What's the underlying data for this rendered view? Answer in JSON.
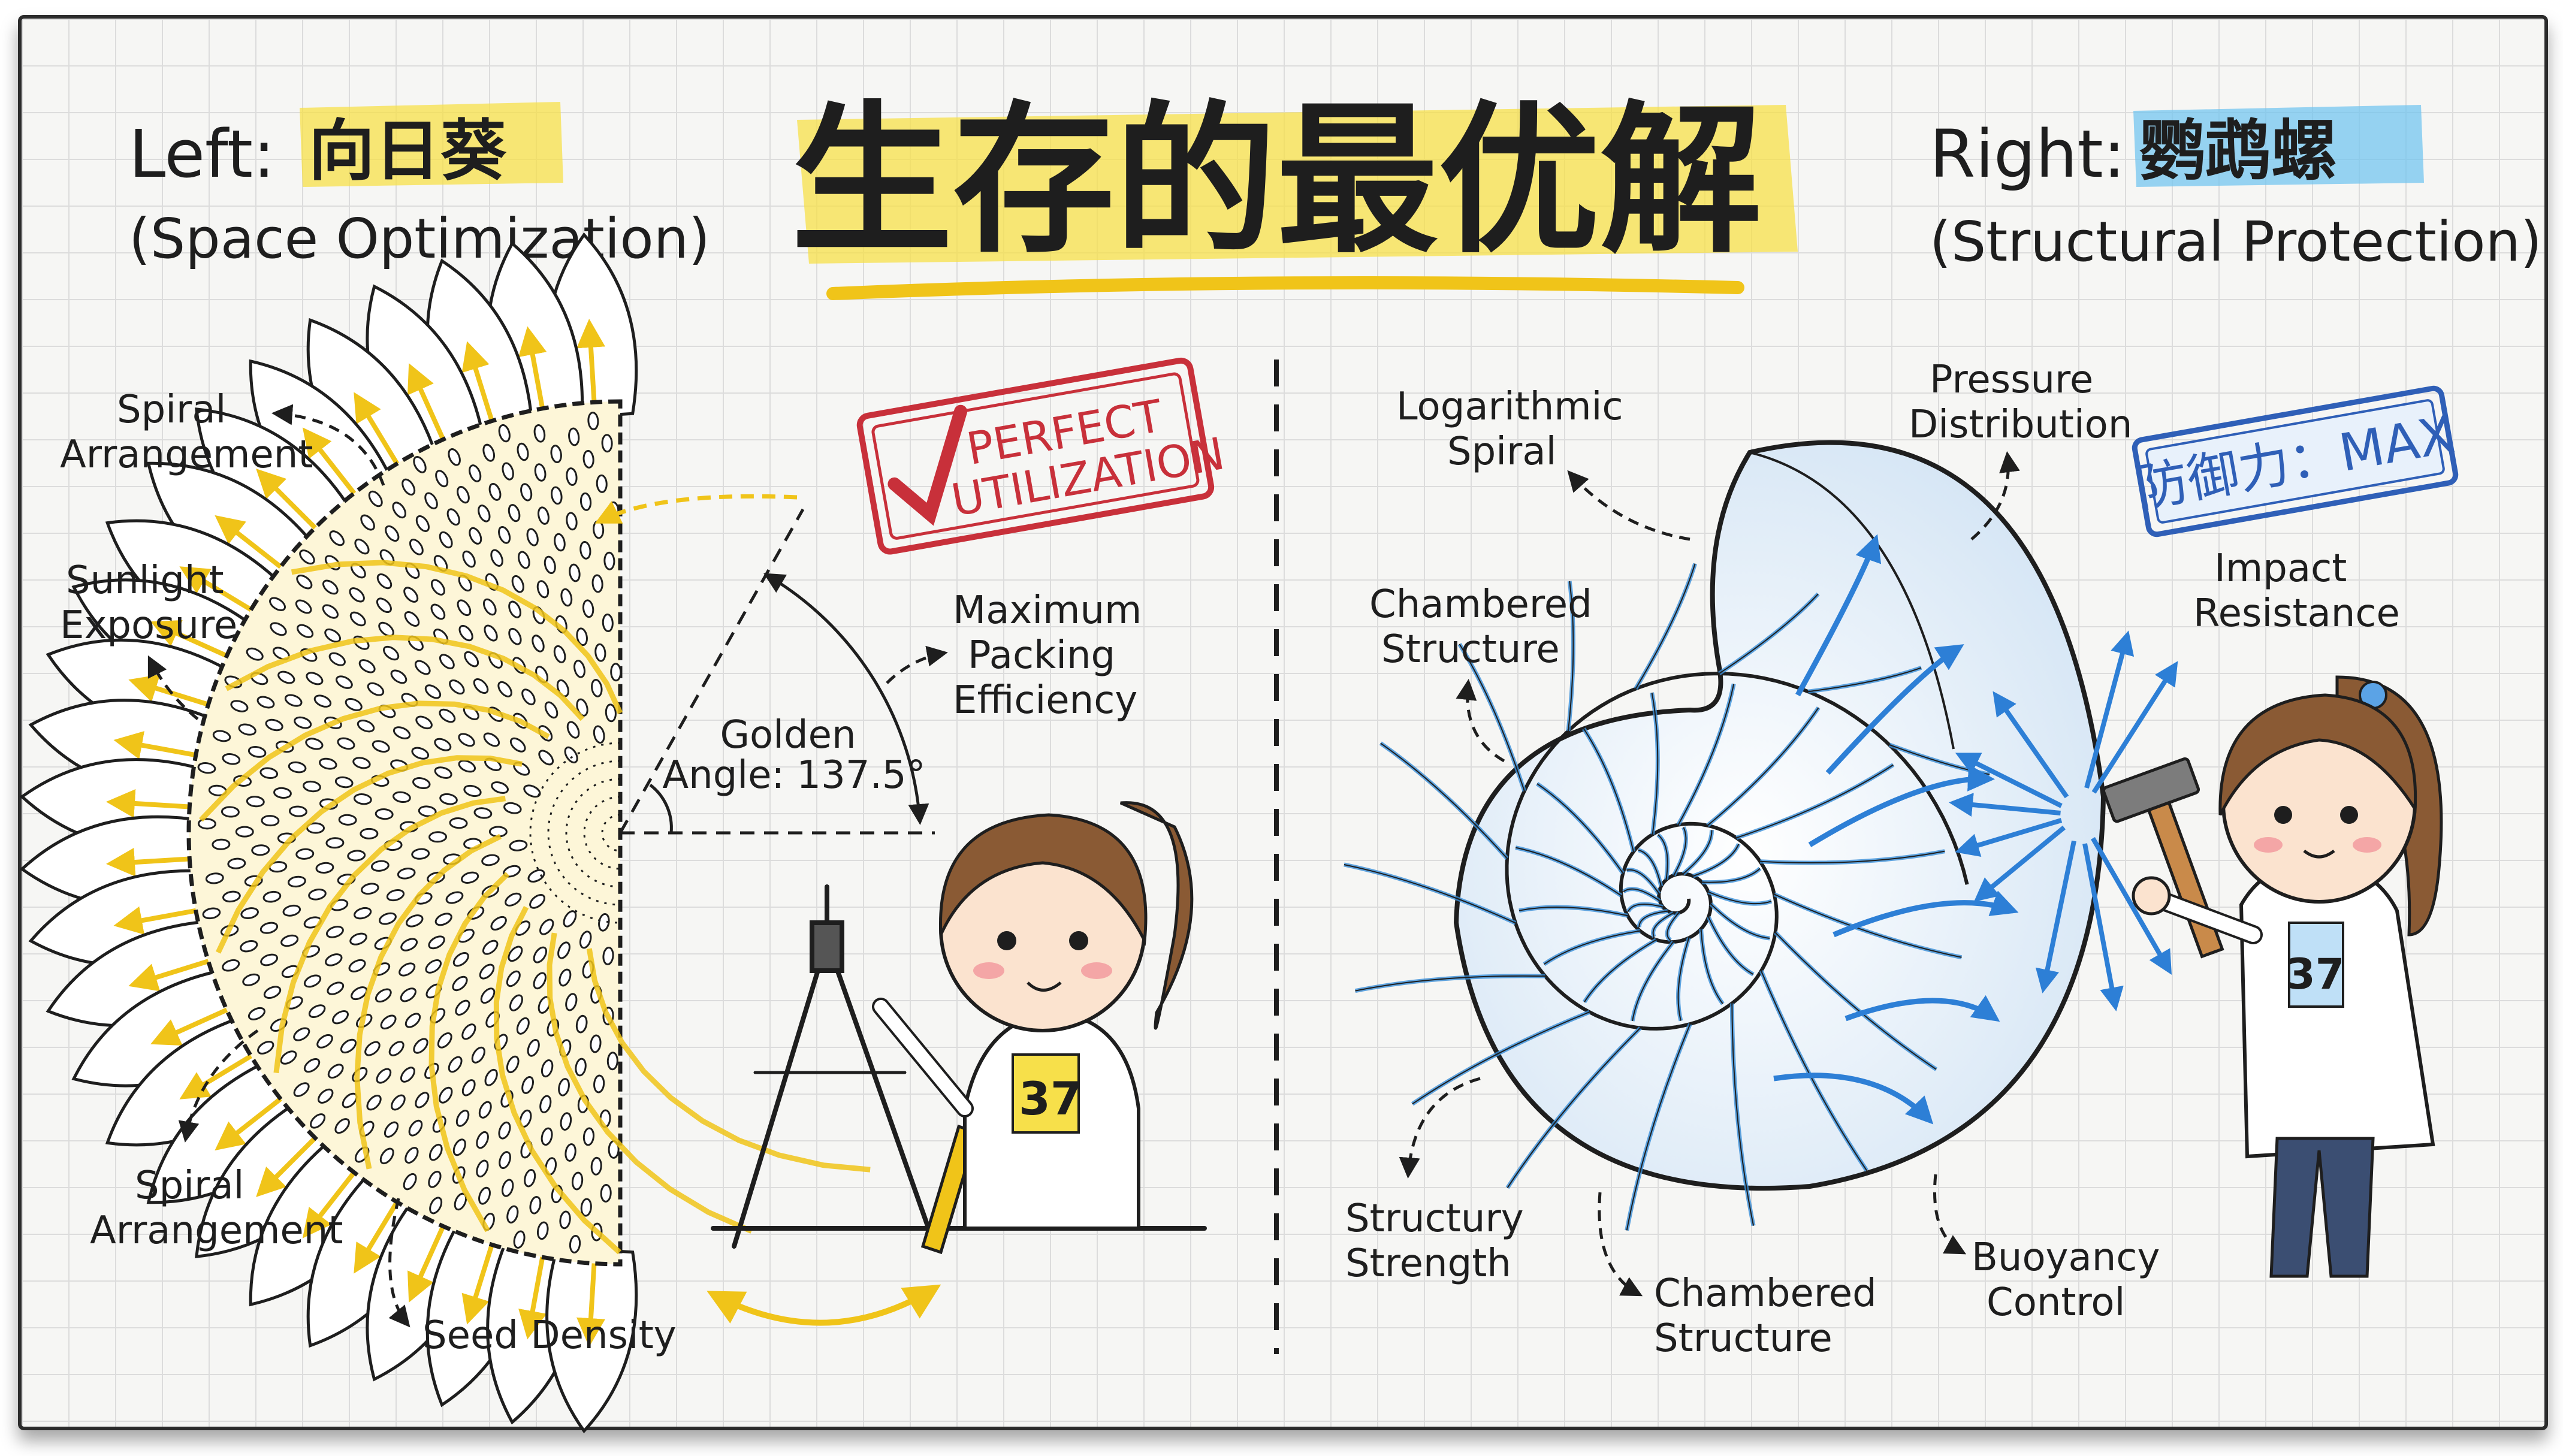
{
  "title": "生存的最优解",
  "left": {
    "header_prefix": "Left:",
    "header_name": "向日葵",
    "subtitle": "(Space Optimization)",
    "stamp": [
      "PERFECT",
      "UTILIZATION"
    ],
    "labels": {
      "spiral_top": [
        "Spiral",
        "Arrangement"
      ],
      "sunlight": [
        "Sunlight",
        "Exposure"
      ],
      "spiral_bottom": [
        "Spiral",
        "Arrangement"
      ],
      "seed_density": "Seed Density",
      "max_packing": [
        "Maximum",
        "Packing",
        "Efficiency"
      ],
      "golden_angle": [
        "Golden",
        "Angle: 137.5°"
      ]
    },
    "shirt_number": "37"
  },
  "right": {
    "header_prefix": "Right:",
    "header_name": "鹦鹉螺",
    "subtitle": "(Structural Protection)",
    "stamp": "防御力：MAX",
    "labels": {
      "log_spiral": [
        "Logarithmic",
        "Spiral"
      ],
      "pressure": [
        "Pressure",
        "Distribution"
      ],
      "chambered_top": [
        "Chambered",
        "Structure"
      ],
      "impact": [
        "Impact",
        "Resistance"
      ],
      "strength": [
        "Structury",
        "Strength"
      ],
      "chambered_bottom": [
        "Chambered",
        "Structure"
      ],
      "buoyancy": [
        "Buoyancy",
        "Control"
      ]
    },
    "shirt_number": "37"
  },
  "colors": {
    "highlight_yellow": "#f7e04a",
    "highlight_blue": "#6cc3ef",
    "stamp_red": "#c8303a",
    "stamp_blue": "#2f5fb7",
    "shell_blue": "#3a8fd8",
    "petal_yellow": "#f0c419",
    "ink": "#1e1e1e"
  },
  "icons": [
    "sunflower",
    "nautilus-shell",
    "compass",
    "hammer",
    "scientist-girl",
    "checkmark"
  ]
}
